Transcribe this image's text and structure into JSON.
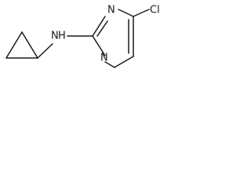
{
  "structure": {
    "atoms": {
      "nh": "N",
      "h": "H",
      "n_top": "N",
      "n_bottom": "N",
      "cl": "Cl"
    }
  }
}
